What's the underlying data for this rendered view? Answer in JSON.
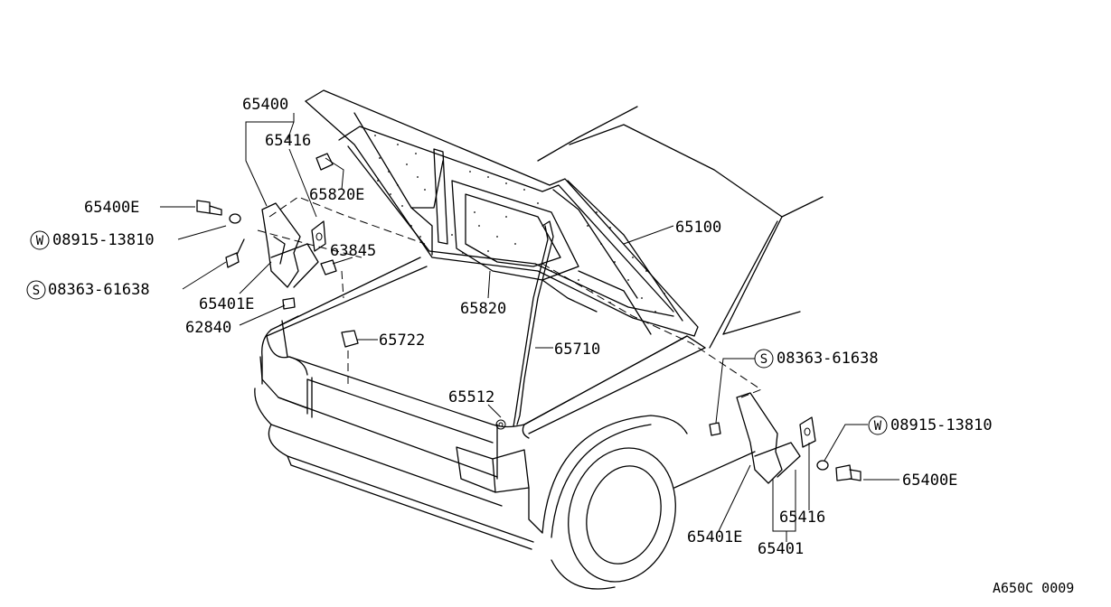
{
  "diagram_code": "A650C 0009",
  "parts": {
    "p65400": "65400",
    "p65416_left": "65416",
    "p65820E": "65820E",
    "p65400E_left": "65400E",
    "p08915_left": "08915-13810",
    "p08915_left_prefix": "W",
    "p63845": "63845",
    "p08363_left": "08363-61638",
    "p08363_left_prefix": "S",
    "p65401E_left": "65401E",
    "p62840": "62840",
    "p65100": "65100",
    "p65820": "65820",
    "p65722": "65722",
    "p65710": "65710",
    "p65512": "65512",
    "p08363_right": "08363-61638",
    "p08363_right_prefix": "S",
    "p08915_right": "08915-13810",
    "p08915_right_prefix": "W",
    "p65400E_right": "65400E",
    "p65416_right": "65416",
    "p65401E_right": "65401E",
    "p65401": "65401"
  }
}
